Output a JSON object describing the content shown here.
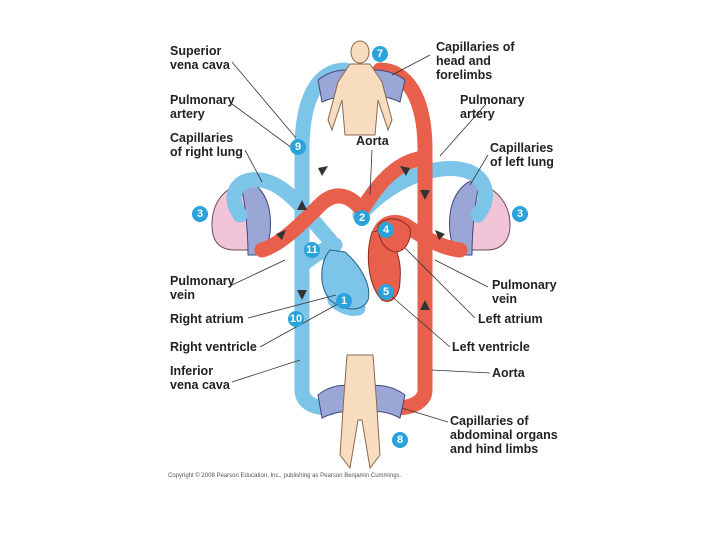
{
  "labels": {
    "superior_vena_cava": "Superior\nvena cava",
    "pulmonary_artery_right": "Pulmonary\nartery",
    "capillaries_right_lung": "Capillaries\nof right lung",
    "pulmonary_vein_right": "Pulmonary\nvein",
    "right_atrium": "Right atrium",
    "right_ventricle": "Right ventricle",
    "inferior_vena_cava": "Inferior\nvena cava",
    "aorta_top": "Aorta",
    "capillaries_head": "Capillaries of\nhead and\nforelimbs",
    "pulmonary_artery_left": "Pulmonary\nartery",
    "capillaries_left_lung": "Capillaries\nof left lung",
    "pulmonary_vein_left": "Pulmonary\nvein",
    "left_atrium": "Left atrium",
    "left_ventricle": "Left ventricle",
    "aorta_bottom": "Aorta",
    "capillaries_abdominal": "Capillaries of\nabdominal organs\nand hind limbs"
  },
  "badges": {
    "b1": "1",
    "b2": "2",
    "b3_left": "3",
    "b3_right": "3",
    "b4": "4",
    "b5": "5",
    "b7": "7",
    "b8": "8",
    "b9": "9",
    "b10": "10",
    "b11": "11"
  },
  "copyright": "Copyright © 2008 Pearson Education, Inc., publishing as Pearson Benjamin Cummings.",
  "colors": {
    "deoxygenated": "#7cc5e8",
    "oxygenated": "#e8604c",
    "badge": "#2aa3da",
    "lung": "#f2c4d8",
    "skin": "#f7dcc0"
  }
}
